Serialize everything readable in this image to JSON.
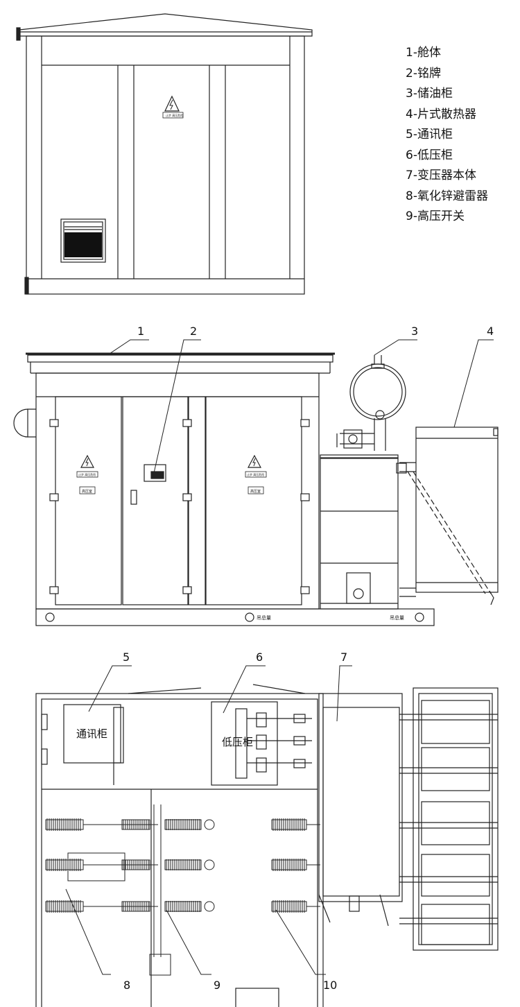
{
  "legend": [
    "1-舱体",
    "2-铭牌",
    "3-储油柜",
    "4-片式散热器",
    "5-通讯柜",
    "6-低压柜",
    "7-变压器本体",
    "8-氧化锌避雷器",
    "9-高压开关"
  ],
  "callouts": {
    "c1": "1",
    "c2": "2",
    "c3": "3",
    "c4": "4",
    "c5": "5",
    "c6": "6",
    "c7": "7",
    "c8": "8",
    "c9": "9",
    "c10": "10"
  },
  "labels": {
    "warning_small": "止步 高压危险",
    "hv_room": "高压室",
    "lift_hole": "吊总量",
    "comm_cabinet": "通讯柜",
    "lv_cabinet": "低压柜"
  }
}
